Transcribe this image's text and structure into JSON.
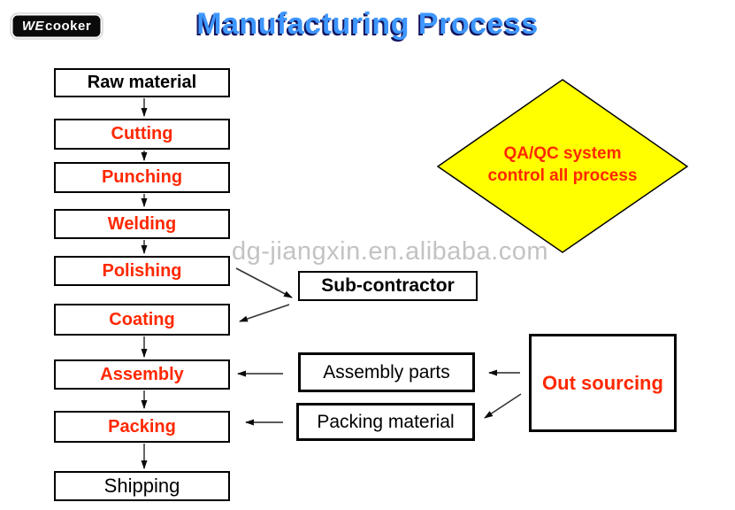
{
  "logo": {
    "we": "WE",
    "cooker": "cooker"
  },
  "title": "Manufacturing Process",
  "watermark": "dg-jiangxin.en.alibaba.com",
  "process_steps": [
    {
      "label": "Raw material"
    },
    {
      "label": "Cutting"
    },
    {
      "label": "Punching"
    },
    {
      "label": "Welding"
    },
    {
      "label": "Polishing"
    },
    {
      "label": "Coating"
    },
    {
      "label": "Assembly"
    },
    {
      "label": "Packing"
    },
    {
      "label": "Shipping"
    }
  ],
  "qa_diamond": {
    "line1": "QA/QC system",
    "line2": "control all process"
  },
  "side_boxes": {
    "sub_contractor": "Sub-contractor",
    "assembly_parts": "Assembly parts",
    "packing_material": "Packing material",
    "out_sourcing": "Out sourcing"
  },
  "colors": {
    "title_blue": "#3e97ff",
    "title_shadow_navy": "#14145e",
    "accent_red": "#ff2800",
    "diamond_yellow": "#ffff00",
    "watermark_gray": "#c3c3c3",
    "box_border_black": "#000000"
  }
}
